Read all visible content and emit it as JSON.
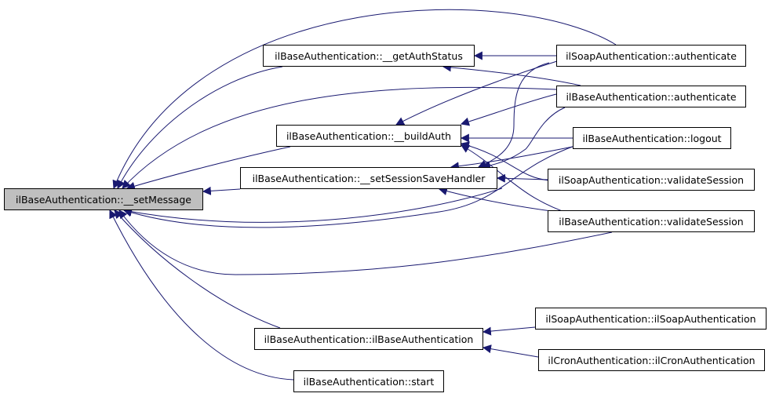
{
  "colors": {
    "edge": "#191970",
    "root_fill": "#bfbfbf",
    "node_fill": "#ffffff",
    "node_border": "#000000"
  },
  "nodes": {
    "set_message": "ilBaseAuthentication::__setMessage",
    "get_auth_status": "ilBaseAuthentication::__getAuthStatus",
    "build_auth": "ilBaseAuthentication::__buildAuth",
    "set_session_save_handler": "ilBaseAuthentication::__setSessionSaveHandler",
    "base_ctor": "ilBaseAuthentication::ilBaseAuthentication",
    "start": "ilBaseAuthentication::start",
    "soap_authenticate": "ilSoapAuthentication::authenticate",
    "base_authenticate": "ilBaseAuthentication::authenticate",
    "base_logout": "ilBaseAuthentication::logout",
    "soap_validate_session": "ilSoapAuthentication::validateSession",
    "base_validate_session": "ilBaseAuthentication::validateSession",
    "soap_ctor": "ilSoapAuthentication::ilSoapAuthentication",
    "cron_ctor": "ilCronAuthentication::ilCronAuthentication"
  }
}
